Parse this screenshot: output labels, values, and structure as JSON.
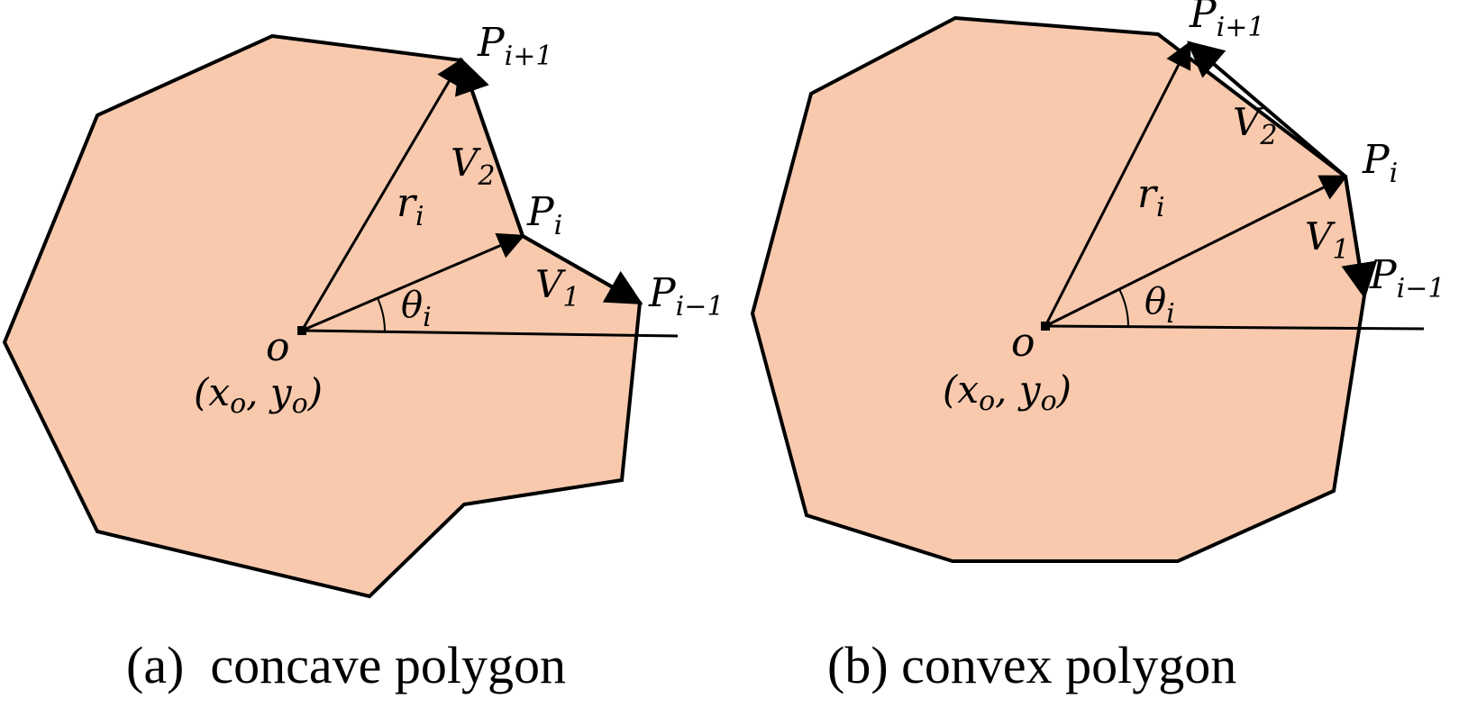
{
  "colors": {
    "fill": "#f8c9ad",
    "stroke": "#000000",
    "background": "#ffffff"
  },
  "captions": {
    "a": "(a)  concave polygon",
    "b": "(b) convex polygon"
  },
  "labels": {
    "P": "P",
    "sub_i": "i",
    "sub_next": "i+1",
    "sub_prev": "i−1",
    "r": "r",
    "theta": "θ",
    "V": "V",
    "sub_1": "1",
    "sub_2": "2",
    "O": "o",
    "origin_coords": "(x",
    "sub_o": "o",
    "comma_y": ", y",
    "close_paren": ")"
  }
}
